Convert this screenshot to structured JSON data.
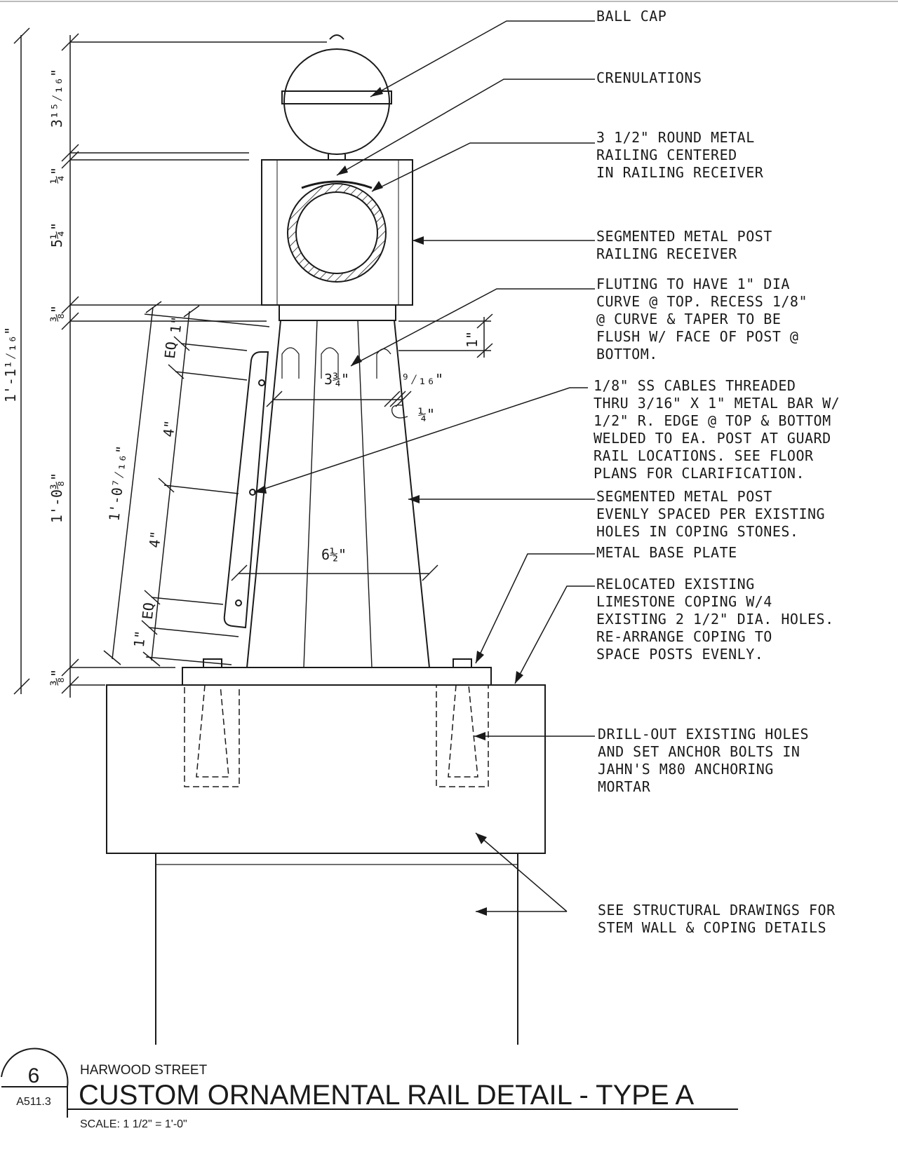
{
  "drawing": {
    "callouts": {
      "ball_cap": [
        "BALL CAP"
      ],
      "crenulations": [
        "CRENULATIONS"
      ],
      "round_railing": [
        "3 1/2\" ROUND METAL",
        "RAILING CENTERED",
        "IN RAILING RECEIVER"
      ],
      "post_receiver": [
        "SEGMENTED METAL POST",
        "RAILING RECEIVER"
      ],
      "fluting": [
        "FLUTING TO HAVE 1\" DIA",
        "CURVE @ TOP. RECESS 1/8\"",
        "@ CURVE & TAPER TO BE",
        "FLUSH W/ FACE OF POST @",
        "BOTTOM."
      ],
      "cables": [
        "1/8\" SS CABLES THREADED",
        "THRU 3/16\" X 1\" METAL BAR W/",
        "1/2\" R. EDGE @ TOP & BOTTOM",
        "WELDED TO EA. POST AT GUARD",
        "RAIL LOCATIONS. SEE FLOOR",
        "PLANS FOR CLARIFICATION."
      ],
      "post_spacing": [
        "SEGMENTED METAL POST",
        "EVENLY SPACED PER EXISTING",
        "HOLES IN COPING STONES."
      ],
      "base_plate": [
        "METAL BASE PLATE"
      ],
      "coping": [
        "RELOCATED EXISTING",
        "LIMESTONE COPING W/4",
        "EXISTING 2 1/2\" DIA. HOLES.",
        "RE-ARRANGE COPING TO",
        "SPACE POSTS EVENLY."
      ],
      "anchor_bolts": [
        "DRILL-OUT EXISTING HOLES",
        "AND SET ANCHOR BOLTS IN",
        "JAHN'S M80 ANCHORING",
        "MORTAR"
      ],
      "structural": [
        "SEE STRUCTURAL DRAWINGS FOR",
        "STEM WALL & COPING DETAILS"
      ]
    },
    "dimensions": {
      "overall": "1'-1¹⁄₁₆\"",
      "ball_cap_height": "3¹⁵⁄₁₆\"",
      "gap": "¼\"",
      "receiver_height": "5¼\"",
      "collar": "⅜\"",
      "post_height": "1'-0⅜\"",
      "base_plate": "⅜\"",
      "bar_length": "1'-0⁷⁄₁₆\"",
      "eq_top": "EQ",
      "eq_bottom": "EQ",
      "one_inch_top": "1\"",
      "one_inch_bottom": "1\"",
      "four_top": "4\"",
      "four_bottom": "4\"",
      "flute_curve": "1\"",
      "top_width": "3¾\"",
      "recess": "⁹⁄₁₆\"",
      "recess_quarter": "¼\"",
      "bottom_width": "6½\""
    },
    "title_block": {
      "detail_number": "6",
      "sheet_number": "A511.3",
      "subtitle": "HARWOOD STREET",
      "title": "CUSTOM ORNAMENTAL RAIL DETAIL - TYPE A",
      "scale": "SCALE: 1 1/2\" = 1'-0\""
    }
  }
}
